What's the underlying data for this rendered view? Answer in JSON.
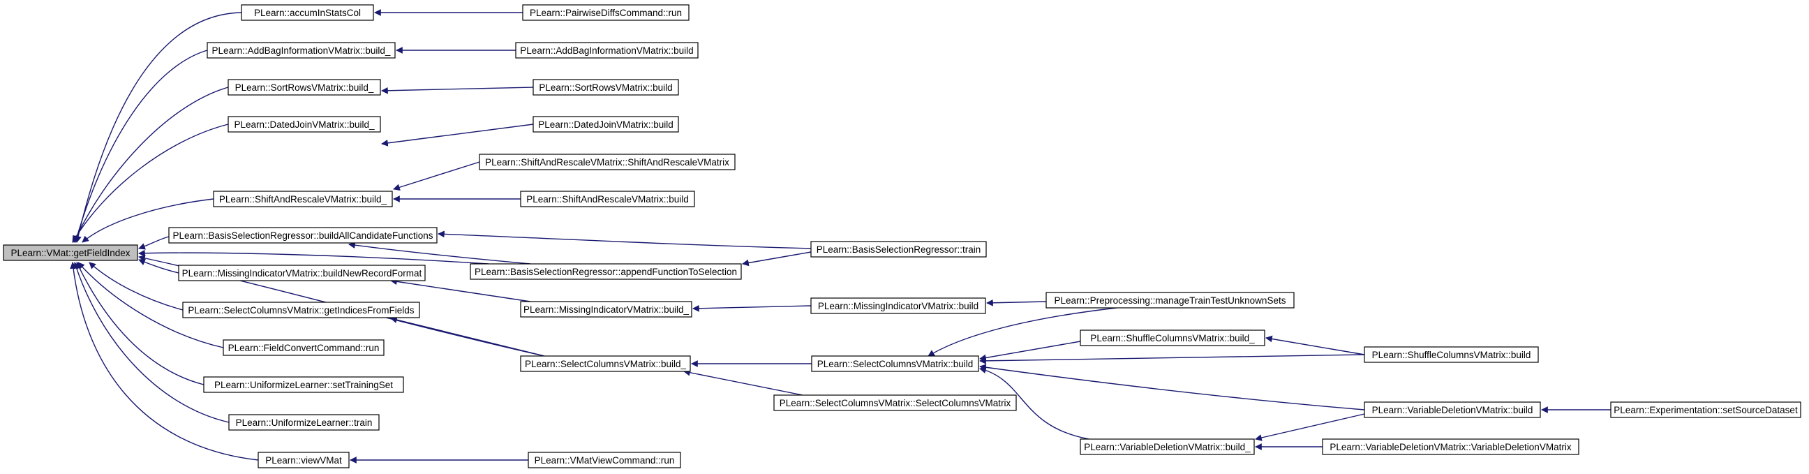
{
  "graph": {
    "colors": {
      "edge": "#191970",
      "root_fill": "#bfbfbf",
      "node_fill": "#ffffff",
      "border": "#000000"
    },
    "nodes": [
      {
        "id": "n0",
        "label": "PLearn::VMat::getFieldIndex",
        "root": true
      },
      {
        "id": "n1",
        "label": "PLearn::accumInStatsCol"
      },
      {
        "id": "n2",
        "label": "PLearn::PairwiseDiffsCommand::run"
      },
      {
        "id": "n3",
        "label": "PLearn::AddBagInformationVMatrix::build_"
      },
      {
        "id": "n4",
        "label": "PLearn::AddBagInformationVMatrix::build"
      },
      {
        "id": "n5",
        "label": "PLearn::SortRowsVMatrix::build_"
      },
      {
        "id": "n6",
        "label": "PLearn::SortRowsVMatrix::build"
      },
      {
        "id": "n7",
        "label": "PLearn::DatedJoinVMatrix::build_"
      },
      {
        "id": "n8",
        "label": "PLearn::DatedJoinVMatrix::build"
      },
      {
        "id": "n9",
        "label": "PLearn::ShiftAndRescaleVMatrix::build_"
      },
      {
        "id": "n10",
        "label": "PLearn::ShiftAndRescaleVMatrix::ShiftAndRescaleVMatrix"
      },
      {
        "id": "n11",
        "label": "PLearn::ShiftAndRescaleVMatrix::build"
      },
      {
        "id": "n12",
        "label": "PLearn::BasisSelectionRegressor::buildAllCandidateFunctions"
      },
      {
        "id": "n13",
        "label": "PLearn::BasisSelectionRegressor::train"
      },
      {
        "id": "n14",
        "label": "PLearn::BasisSelectionRegressor::appendFunctionToSelection"
      },
      {
        "id": "n15",
        "label": "PLearn::MissingIndicatorVMatrix::buildNewRecordFormat"
      },
      {
        "id": "n16",
        "label": "PLearn::MissingIndicatorVMatrix::build_"
      },
      {
        "id": "n17",
        "label": "PLearn::MissingIndicatorVMatrix::build"
      },
      {
        "id": "n18",
        "label": "PLearn::Preprocessing::manageTrainTestUnknownSets"
      },
      {
        "id": "n19",
        "label": "PLearn::SelectColumnsVMatrix::getIndicesFromFields"
      },
      {
        "id": "n20",
        "label": "PLearn::SelectColumnsVMatrix::build_"
      },
      {
        "id": "n21",
        "label": "PLearn::SelectColumnsVMatrix::build"
      },
      {
        "id": "n22",
        "label": "PLearn::SelectColumnsVMatrix::SelectColumnsVMatrix"
      },
      {
        "id": "n23",
        "label": "PLearn::ShuffleColumnsVMatrix::build_"
      },
      {
        "id": "n24",
        "label": "PLearn::ShuffleColumnsVMatrix::build"
      },
      {
        "id": "n25",
        "label": "PLearn::VariableDeletionVMatrix::build_"
      },
      {
        "id": "n26",
        "label": "PLearn::VariableDeletionVMatrix::build"
      },
      {
        "id": "n27",
        "label": "PLearn::VariableDeletionVMatrix::VariableDeletionVMatrix"
      },
      {
        "id": "n28",
        "label": "PLearn::Experimentation::setSourceDataset"
      },
      {
        "id": "n29",
        "label": "PLearn::FieldConvertCommand::run"
      },
      {
        "id": "n30",
        "label": "PLearn::UniformizeLearner::setTrainingSet"
      },
      {
        "id": "n31",
        "label": "PLearn::UniformizeLearner::train"
      },
      {
        "id": "n32",
        "label": "PLearn::viewVMat"
      },
      {
        "id": "n33",
        "label": "PLearn::VMatViewCommand::run"
      }
    ],
    "edges": [
      {
        "from": "n1",
        "to": "n0"
      },
      {
        "from": "n3",
        "to": "n0"
      },
      {
        "from": "n5",
        "to": "n0"
      },
      {
        "from": "n7",
        "to": "n0"
      },
      {
        "from": "n9",
        "to": "n0"
      },
      {
        "from": "n12",
        "to": "n0"
      },
      {
        "from": "n15",
        "to": "n0"
      },
      {
        "from": "n19",
        "to": "n0"
      },
      {
        "from": "n29",
        "to": "n0"
      },
      {
        "from": "n30",
        "to": "n0"
      },
      {
        "from": "n31",
        "to": "n0"
      },
      {
        "from": "n32",
        "to": "n0"
      },
      {
        "from": "n14",
        "to": "n0"
      },
      {
        "from": "n20",
        "to": "n0"
      },
      {
        "from": "n2",
        "to": "n1"
      },
      {
        "from": "n4",
        "to": "n3"
      },
      {
        "from": "n6",
        "to": "n5"
      },
      {
        "from": "n8",
        "to": "n7"
      },
      {
        "from": "n10",
        "to": "n9"
      },
      {
        "from": "n11",
        "to": "n9"
      },
      {
        "from": "n13",
        "to": "n12"
      },
      {
        "from": "n14",
        "to": "n12"
      },
      {
        "from": "n13",
        "to": "n14"
      },
      {
        "from": "n16",
        "to": "n15"
      },
      {
        "from": "n17",
        "to": "n16"
      },
      {
        "from": "n18",
        "to": "n17"
      },
      {
        "from": "n20",
        "to": "n19"
      },
      {
        "from": "n21",
        "to": "n20"
      },
      {
        "from": "n22",
        "to": "n20"
      },
      {
        "from": "n18",
        "to": "n21"
      },
      {
        "from": "n23",
        "to": "n21"
      },
      {
        "from": "n24",
        "to": "n21"
      },
      {
        "from": "n25",
        "to": "n21"
      },
      {
        "from": "n26",
        "to": "n21"
      },
      {
        "from": "n24",
        "to": "n23"
      },
      {
        "from": "n26",
        "to": "n25"
      },
      {
        "from": "n27",
        "to": "n25"
      },
      {
        "from": "n28",
        "to": "n26"
      },
      {
        "from": "n33",
        "to": "n32"
      }
    ]
  }
}
